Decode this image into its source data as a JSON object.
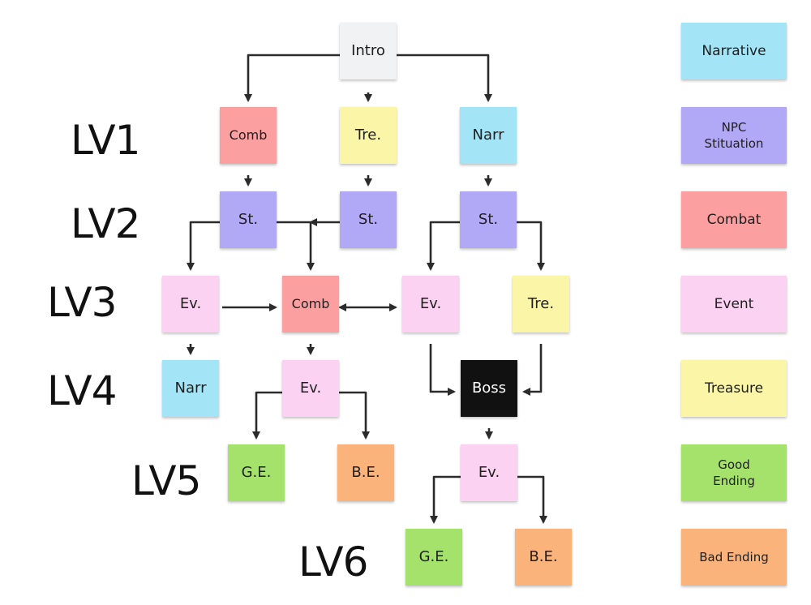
{
  "colors": {
    "intro": "#f1f2f4",
    "narrative": "#a3e4f7",
    "npc_situation": "#b1a8f6",
    "combat": "#fb9fa0",
    "event": "#fbd2f1",
    "treasure": "#fbf6a7",
    "good_ending": "#a5e26c",
    "bad_ending": "#fbb37c",
    "boss": "#111111",
    "edge": "#2b2b2b"
  },
  "levels": [
    "LV1",
    "LV2",
    "LV3",
    "LV4",
    "LV5",
    "LV6"
  ],
  "legend": [
    {
      "label": "Narrative",
      "type": "narrative"
    },
    {
      "label": "NPC\nStituation",
      "type": "npc_situation"
    },
    {
      "label": "Combat",
      "type": "combat"
    },
    {
      "label": "Event",
      "type": "event"
    },
    {
      "label": "Treasure",
      "type": "treasure"
    },
    {
      "label": "Good\nEnding",
      "type": "good_ending"
    },
    {
      "label": "Bad Ending",
      "type": "bad_ending"
    }
  ],
  "nodes": {
    "intro": {
      "label": "Intro",
      "type": "intro"
    },
    "lv1_comb": {
      "label": "Comb",
      "type": "combat"
    },
    "lv1_tre": {
      "label": "Tre.",
      "type": "treasure"
    },
    "lv1_narr": {
      "label": "Narr",
      "type": "narrative"
    },
    "lv2_st_left": {
      "label": "St.",
      "type": "npc_situation"
    },
    "lv2_st_mid": {
      "label": "St.",
      "type": "npc_situation"
    },
    "lv2_st_right": {
      "label": "St.",
      "type": "npc_situation"
    },
    "lv3_ev_left": {
      "label": "Ev.",
      "type": "event"
    },
    "lv3_comb": {
      "label": "Comb",
      "type": "combat"
    },
    "lv3_ev_right": {
      "label": "Ev.",
      "type": "event"
    },
    "lv3_tre": {
      "label": "Tre.",
      "type": "treasure"
    },
    "lv4_narr": {
      "label": "Narr",
      "type": "narrative"
    },
    "lv4_ev": {
      "label": "Ev.",
      "type": "event"
    },
    "lv4_boss": {
      "label": "Boss",
      "type": "boss"
    },
    "lv5_ge": {
      "label": "G.E.",
      "type": "good_ending"
    },
    "lv5_be": {
      "label": "B.E.",
      "type": "bad_ending"
    },
    "lv5_ev": {
      "label": "Ev.",
      "type": "event"
    },
    "lv6_ge": {
      "label": "G.E.",
      "type": "good_ending"
    },
    "lv6_be": {
      "label": "B.E.",
      "type": "bad_ending"
    }
  },
  "edges": [
    {
      "from": "intro",
      "to": "lv1_comb"
    },
    {
      "from": "intro",
      "to": "lv1_tre"
    },
    {
      "from": "intro",
      "to": "lv1_narr"
    },
    {
      "from": "lv1_comb",
      "to": "lv2_st_left"
    },
    {
      "from": "lv1_tre",
      "to": "lv2_st_mid"
    },
    {
      "from": "lv1_narr",
      "to": "lv2_st_right"
    },
    {
      "from": "lv2_st_left",
      "to": "lv3_ev_left"
    },
    {
      "from": "lv2_st_left",
      "to": "lv3_comb"
    },
    {
      "from": "lv2_st_mid",
      "to": "lv3_comb"
    },
    {
      "from": "lv2_st_right",
      "to": "lv3_ev_right"
    },
    {
      "from": "lv2_st_right",
      "to": "lv3_tre"
    },
    {
      "from": "lv3_ev_left",
      "to": "lv3_comb"
    },
    {
      "from": "lv3_comb",
      "to": "lv3_ev_right",
      "bidirectional": true
    },
    {
      "from": "lv3_ev_left",
      "to": "lv4_narr"
    },
    {
      "from": "lv3_comb",
      "to": "lv4_ev"
    },
    {
      "from": "lv3_ev_right",
      "to": "lv4_boss"
    },
    {
      "from": "lv3_tre",
      "to": "lv4_boss"
    },
    {
      "from": "lv4_ev",
      "to": "lv5_ge"
    },
    {
      "from": "lv4_ev",
      "to": "lv5_be"
    },
    {
      "from": "lv4_boss",
      "to": "lv5_ev"
    },
    {
      "from": "lv5_ev",
      "to": "lv6_ge"
    },
    {
      "from": "lv5_ev",
      "to": "lv6_be"
    }
  ]
}
